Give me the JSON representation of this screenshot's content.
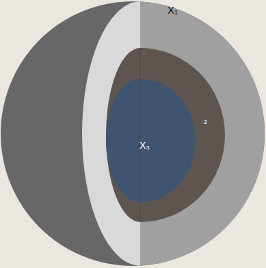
{
  "diagram": {
    "labels": [
      "X₁",
      "2",
      "X₃"
    ]
  }
}
